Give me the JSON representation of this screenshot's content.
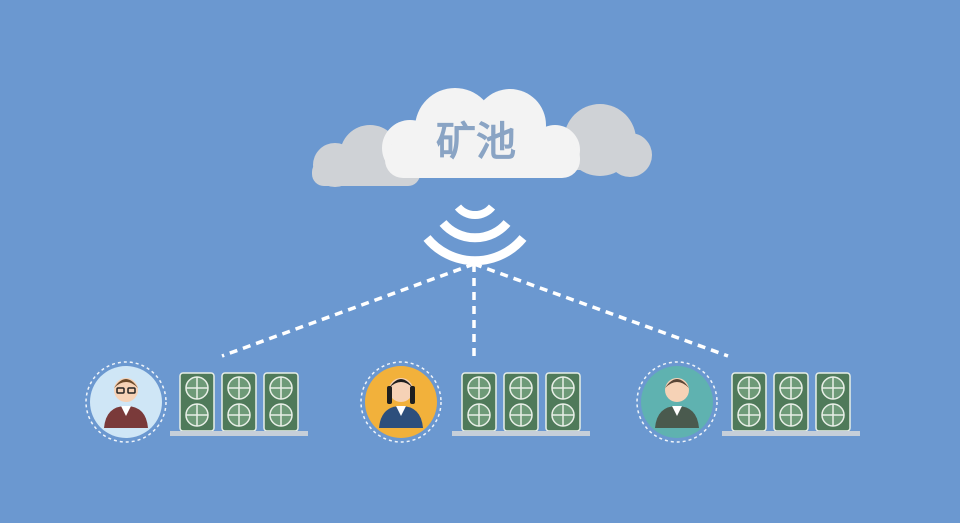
{
  "cloud": {
    "label": "矿池"
  },
  "colors": {
    "background": "#6b98d0",
    "cloud": "#f3f3f3",
    "cloud_back": "#cfd2d6",
    "cloud_text": "#8aa4c4",
    "signal": "#ffffff",
    "rig": "#4f7a5a",
    "rig_frame": "#e8efe7",
    "shelf": "#c6cfd9"
  },
  "miners": [
    {
      "name": "miner-left",
      "avatar_bg": "#cfe6f6",
      "shirt": "#7a3a3a",
      "rigs": 3
    },
    {
      "name": "miner-center",
      "avatar_bg": "#f2b13b",
      "shirt": "#2d4f7c",
      "rigs": 3
    },
    {
      "name": "miner-right",
      "avatar_bg": "#5fb2b0",
      "shirt": "#4a5a4e",
      "rigs": 3
    }
  ]
}
